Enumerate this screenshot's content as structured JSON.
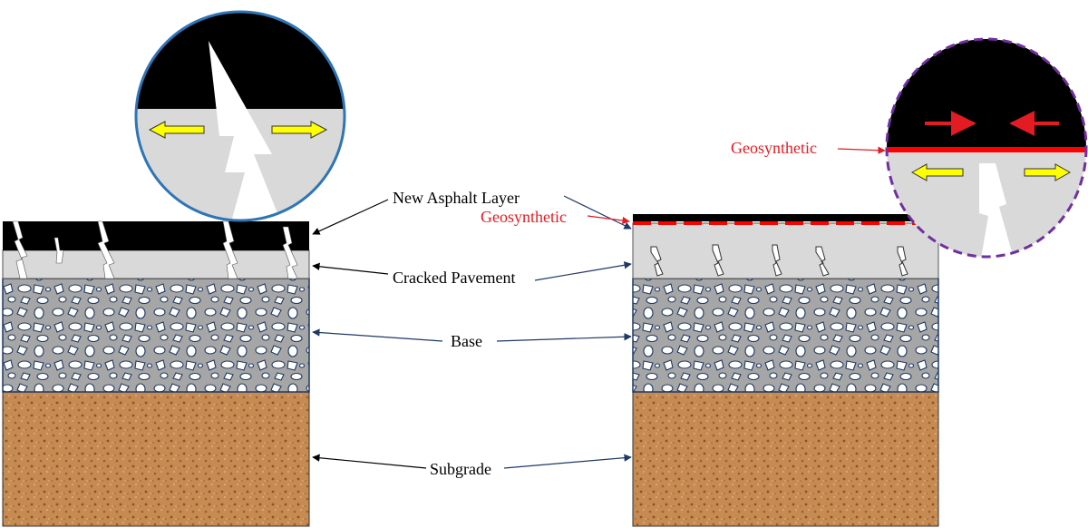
{
  "labels": {
    "new_asphalt": "New Asphalt Layer",
    "cracked_pavement": "Cracked Pavement",
    "base": "Base",
    "subgrade": "Subgrade",
    "geosynthetic_section": "Geosynthetic",
    "geosynthetic_zoom": "Geosynthetic"
  },
  "colors": {
    "asphalt": "#000000",
    "cracked_pavement": "#d9d9d9",
    "base": "#a6a6a6",
    "subgrade": "#c58b52",
    "geosynthetic": "#ff0000",
    "label_red": "#e31b23",
    "arrow_blue": "#1f3864",
    "tension_arrow": "#ffff00",
    "zoom_left_border": "#2e75b6",
    "zoom_right_border": "#7030a0"
  }
}
